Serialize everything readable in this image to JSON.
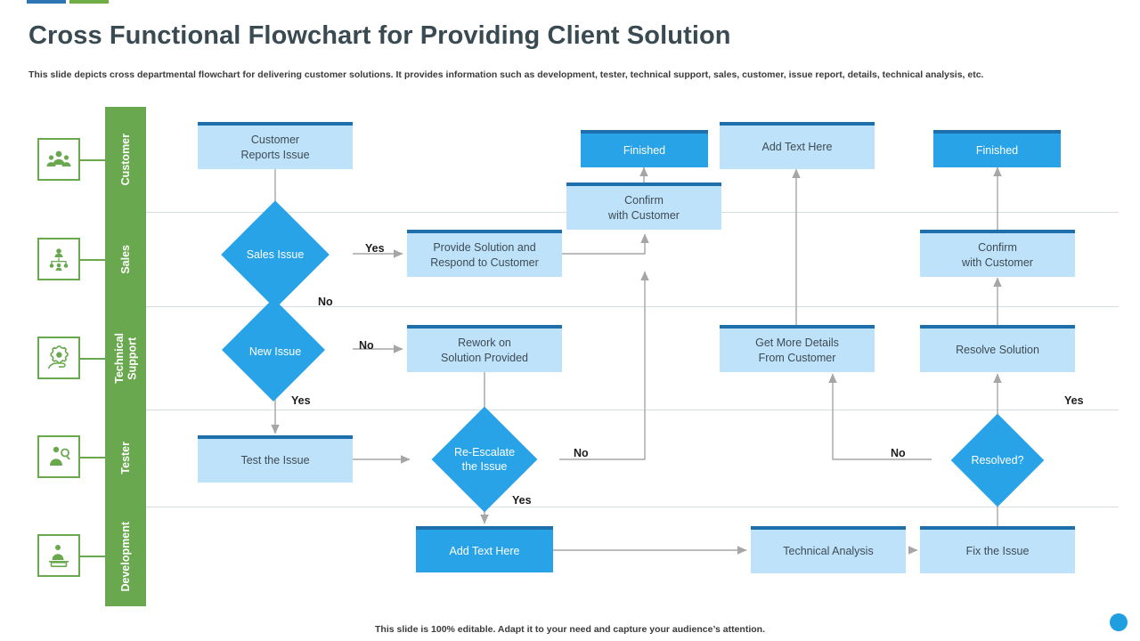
{
  "header": {
    "title": "Cross Functional Flowchart for Providing Client Solution",
    "subtitle": "This slide depicts cross departmental flowchart for delivering customer solutions. It provides information such as development, tester, technical support, sales, customer, issue report, details, technical analysis, etc.",
    "accents": [
      "#2e75b6",
      "#70ad47"
    ]
  },
  "footer": {
    "note": "This slide is 100% editable. Adapt it to your need and capture your audience’s attention."
  },
  "colors": {
    "lane": "#6aa84f",
    "node_light": "#bfe2fb",
    "node_dark": "#28a3e8",
    "node_top_border": "#1d70ab",
    "arrow": "#a6a6a6",
    "title": "#3a4a52"
  },
  "lanes": [
    {
      "label": "Customer",
      "icon": "people-group-icon"
    },
    {
      "label": "Sales",
      "icon": "org-chart-icon"
    },
    {
      "label": "Technical\nSupport",
      "icon": "gear-hand-icon"
    },
    {
      "label": "Tester",
      "icon": "person-search-icon"
    },
    {
      "label": "Development",
      "icon": "person-laptop-icon"
    }
  ],
  "nodes": [
    {
      "id": "customer-reports-issue",
      "label": "Customer\nReports Issue",
      "style": "light"
    },
    {
      "id": "finished-1",
      "label": "Finished",
      "style": "dark"
    },
    {
      "id": "add-text-here-top",
      "label": "Add Text Here",
      "style": "light"
    },
    {
      "id": "finished-2",
      "label": "Finished",
      "style": "dark"
    },
    {
      "id": "confirm-with-customer-mid",
      "label": "Confirm\nwith Customer",
      "style": "light"
    },
    {
      "id": "sales-issue",
      "label": "Sales Issue",
      "style": "diamond"
    },
    {
      "id": "provide-solution",
      "label": "Provide Solution and\nRespond to Customer",
      "style": "light"
    },
    {
      "id": "confirm-with-customer-right",
      "label": "Confirm\nwith Customer",
      "style": "light"
    },
    {
      "id": "new-issue",
      "label": "New Issue",
      "style": "diamond"
    },
    {
      "id": "rework-on-solution",
      "label": "Rework on\nSolution Provided",
      "style": "light"
    },
    {
      "id": "get-more-details",
      "label": "Get More  Details\nFrom Customer",
      "style": "light"
    },
    {
      "id": "resolve-solution",
      "label": "Resolve Solution",
      "style": "light"
    },
    {
      "id": "test-the-issue",
      "label": "Test the Issue",
      "style": "light"
    },
    {
      "id": "re-escalate-the-issue",
      "label": "Re-Escalate\nthe Issue",
      "style": "diamond"
    },
    {
      "id": "resolved",
      "label": "Resolved?",
      "style": "diamond"
    },
    {
      "id": "add-text-here-bottom",
      "label": "Add Text Here",
      "style": "dark"
    },
    {
      "id": "technical-analysis",
      "label": "Technical Analysis",
      "style": "light"
    },
    {
      "id": "fix-the-issue",
      "label": "Fix the Issue",
      "style": "light"
    }
  ],
  "edge_labels": [
    {
      "id": "yes-sales",
      "text": "Yes"
    },
    {
      "id": "no-sales",
      "text": "No"
    },
    {
      "id": "no-new-issue",
      "text": "No"
    },
    {
      "id": "yes-new-issue",
      "text": "Yes"
    },
    {
      "id": "no-re-escalate",
      "text": "No"
    },
    {
      "id": "yes-re-escalate",
      "text": "Yes"
    },
    {
      "id": "no-resolved",
      "text": "No"
    },
    {
      "id": "yes-resolved",
      "text": "Yes"
    }
  ]
}
